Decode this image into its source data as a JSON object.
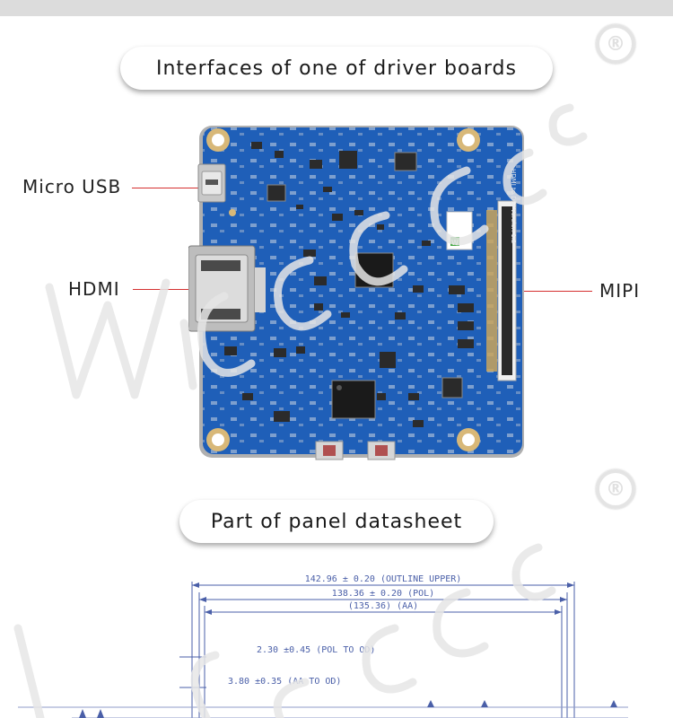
{
  "section1": {
    "title": "Interfaces of one of driver boards"
  },
  "section2": {
    "title": "Part of panel datasheet"
  },
  "callouts": {
    "usb": "Micro USB",
    "hdmi": "HDMI",
    "mipi": "MIPI"
  },
  "registered_mark": "®",
  "board": {
    "silk_text": "HDMI to DSI Version 1.2",
    "label_text": "W"
  },
  "datasheet": {
    "dim1": "142.96 ± 0.20 (OUTLINE UPPER)",
    "dim2": "138.36 ± 0.20 (POL)",
    "dim3": "(135.36) (AA)",
    "dim4": "2.30 ±0.45 (POL TO OD)",
    "dim5": "3.80 ±0.35 (AA TO OD)"
  },
  "colors": {
    "board_blue": "#1f5fb8",
    "callout_line": "#d53030",
    "dimension_blue": "#4a5fa8"
  }
}
